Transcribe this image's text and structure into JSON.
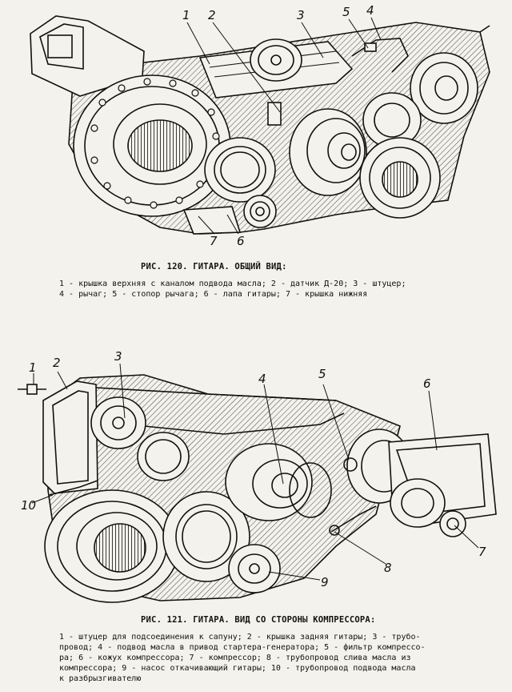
{
  "figure1": {
    "callouts": [
      "1",
      "2",
      "3",
      "4",
      "5",
      "6",
      "7"
    ],
    "title": "РИС. 120. ГИТАРА. ОБЩИЙ ВИД:",
    "legend": "1 - крышка верхняя с каналом подвода масла; 2 - датчик Д-20; 3 - штуцер;\n4 - рычаг; 5 - стопор рычага; 6 - лапа гитары; 7 - крышка нижняя"
  },
  "figure2": {
    "callouts": [
      "1",
      "2",
      "3",
      "4",
      "5",
      "6",
      "7",
      "8",
      "9",
      "10"
    ],
    "title": "РИС. 121. ГИТАРА. ВИД СО СТОРОНЫ КОМПРЕССОРА:",
    "legend": "1 - штуцер для подсоединения к сапуну; 2 - крышка задняя гитары; 3 - трубо-\nпровод; 4 - подвод масла в привод стартера-генератора; 5 - фильтр компрессо-\nра; 6 - кожух компрессора; 7 - компрессор; 8 - трубопровод слива масла из\nкомпрессора; 9 - насос откачивающий гитары; 10 - трубопровод подвода масла\nк разбрызгивателю"
  }
}
